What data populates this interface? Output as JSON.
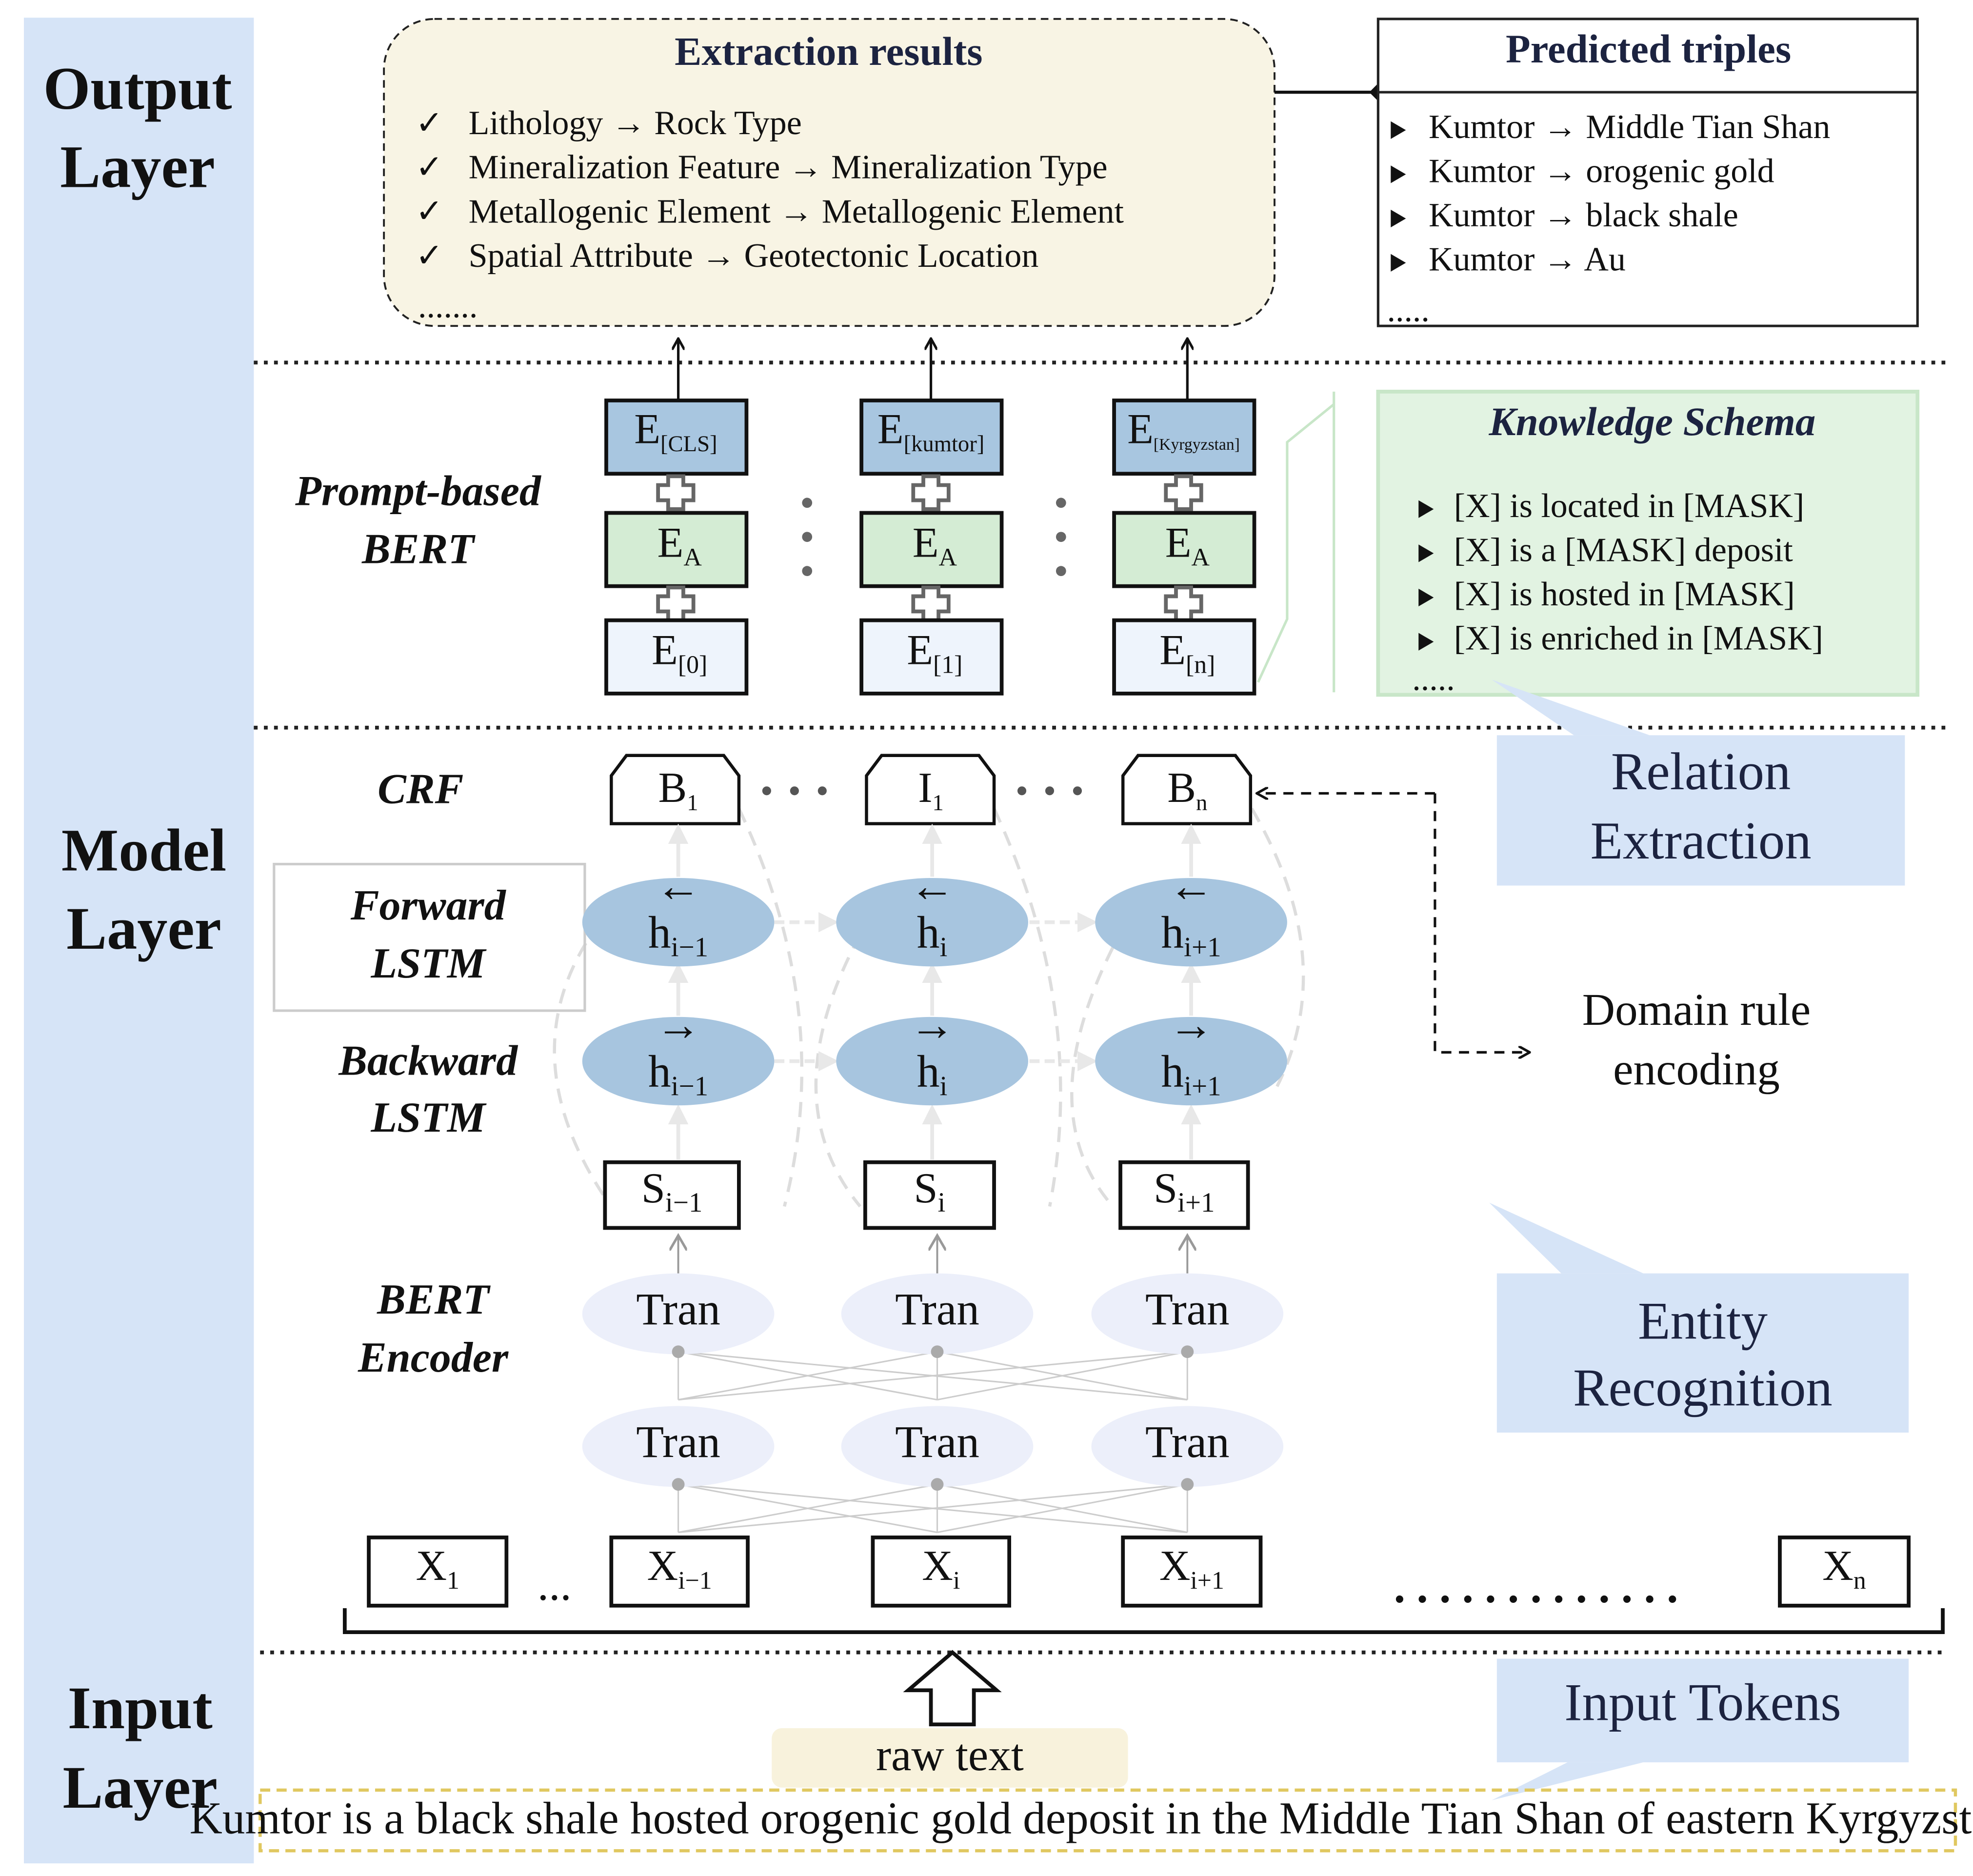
{
  "layers": {
    "output": [
      "Output",
      "Layer"
    ],
    "model": [
      "Model",
      "Layer"
    ],
    "input": [
      "Input",
      "Layer"
    ]
  },
  "extraction": {
    "title": "Extraction results",
    "check_icon": "checkmark",
    "items": [
      "Lithology → Rock Type",
      "Mineralization Feature → Mineralization Type",
      "Metallogenic Element → Metallogenic Element",
      "Spatial Attribute → Geotectonic Location"
    ],
    "more": "......."
  },
  "triples": {
    "title": "Predicted triples",
    "bullet_icon": "triangle-right",
    "items": [
      "Kumtor → Middle Tian Shan",
      "Kumtor → orogenic gold",
      "Kumtor → black shale",
      "Kumtor → Au"
    ],
    "more": "....."
  },
  "prompt_bert": {
    "label": [
      "Prompt-based",
      "BERT"
    ],
    "token_embeddings": [
      {
        "main": "E",
        "sub": "[CLS]"
      },
      {
        "main": "E",
        "sub": "[kumtor]"
      },
      {
        "main": "E",
        "sub": "[Kyrgyzstan]"
      }
    ],
    "attention_embeddings": [
      {
        "main": "E",
        "sub": "A"
      },
      {
        "main": "E",
        "sub": "A"
      },
      {
        "main": "E",
        "sub": "A"
      }
    ],
    "position_embeddings": [
      {
        "main": "E",
        "sub": "[0]"
      },
      {
        "main": "E",
        "sub": "[1]"
      },
      {
        "main": "E",
        "sub": "[n]"
      }
    ]
  },
  "schema": {
    "title": "Knowledge Schema",
    "items": [
      "[X] is located in [MASK]",
      "[X] is a [MASK] deposit",
      "[X] is hosted in [MASK]",
      "[X] is enriched in [MASK]"
    ],
    "more": "....."
  },
  "callouts": {
    "relation": [
      "Relation",
      "Extraction"
    ],
    "entity": [
      "Entity",
      "Recognition"
    ],
    "input": [
      "Input Tokens"
    ]
  },
  "crf": {
    "label": "CRF",
    "tags": [
      {
        "main": "B",
        "sub": "1"
      },
      {
        "main": "I",
        "sub": "1"
      },
      {
        "main": "B",
        "sub": "n"
      }
    ],
    "dots": "· · ·"
  },
  "lstm": {
    "forward_label": [
      "Forward",
      "LSTM"
    ],
    "backward_label": [
      "Backward",
      "LSTM"
    ],
    "top_row": [
      {
        "arrow": "←",
        "main": "h",
        "sub": "i−1"
      },
      {
        "arrow": "←",
        "main": "h",
        "sub": "i"
      },
      {
        "arrow": "←",
        "main": "h",
        "sub": "i+1"
      }
    ],
    "bottom_row": [
      {
        "arrow": "→",
        "main": "h",
        "sub": "i−1"
      },
      {
        "arrow": "→",
        "main": "h",
        "sub": "i"
      },
      {
        "arrow": "→",
        "main": "h",
        "sub": "i+1"
      }
    ]
  },
  "domain_rule": [
    "Domain rule",
    "encoding"
  ],
  "states": [
    {
      "main": "S",
      "sub": "i−1"
    },
    {
      "main": "S",
      "sub": "i"
    },
    {
      "main": "S",
      "sub": "i+1"
    }
  ],
  "bert_encoder": {
    "label": [
      "BERT",
      "Encoder"
    ],
    "unit": "Tran"
  },
  "tokens": {
    "items": [
      {
        "main": "X",
        "sub": "1"
      },
      {
        "main": "X",
        "sub": "i−1"
      },
      {
        "main": "X",
        "sub": "i"
      },
      {
        "main": "X",
        "sub": "i+1"
      },
      {
        "main": "X",
        "sub": "n"
      }
    ],
    "gap_short": "...",
    "gap_long": ". . . . . . . . . . . . ."
  },
  "raw_text": "raw text",
  "sentence": "Kumtor is a black shale hosted orogenic gold deposit in the Middle Tian Shan of eastern Kyrgyzstan.",
  "colors": {
    "sidebar": "#d6e4f7",
    "token_embedding": "#a8c6e0",
    "attention_embedding": "#d4ecd4",
    "position_embedding": "#eef4fc",
    "lstm": "#a7c5df",
    "tran": "#eceffa",
    "extraction_bg": "#f8f4e4",
    "schema_bg": "#e2f3e2",
    "callout": "#d6e4f7",
    "sentence_border": "#e0c860"
  }
}
